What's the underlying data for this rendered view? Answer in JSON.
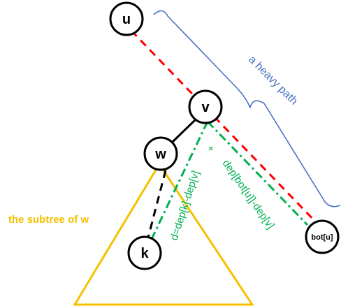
{
  "colors": {
    "node_stroke": "#000000",
    "heavy_path_red": "#ff0000",
    "formula_green": "#00b050",
    "brace_blue": "#4a72c4",
    "subtree_gold": "#f5c000",
    "tree_edge": "#000000"
  },
  "nodes": {
    "u": "u",
    "v": "v",
    "w": "w",
    "k": "k",
    "bot": "bot[u]"
  },
  "labels": {
    "heavy_path": "a heavy path",
    "subtree": "the subtree of w",
    "depth_k": "d=dep[k]-dep[v]",
    "plus": "+",
    "depth_bot": "dep[bot[u]]-dep[v]"
  }
}
